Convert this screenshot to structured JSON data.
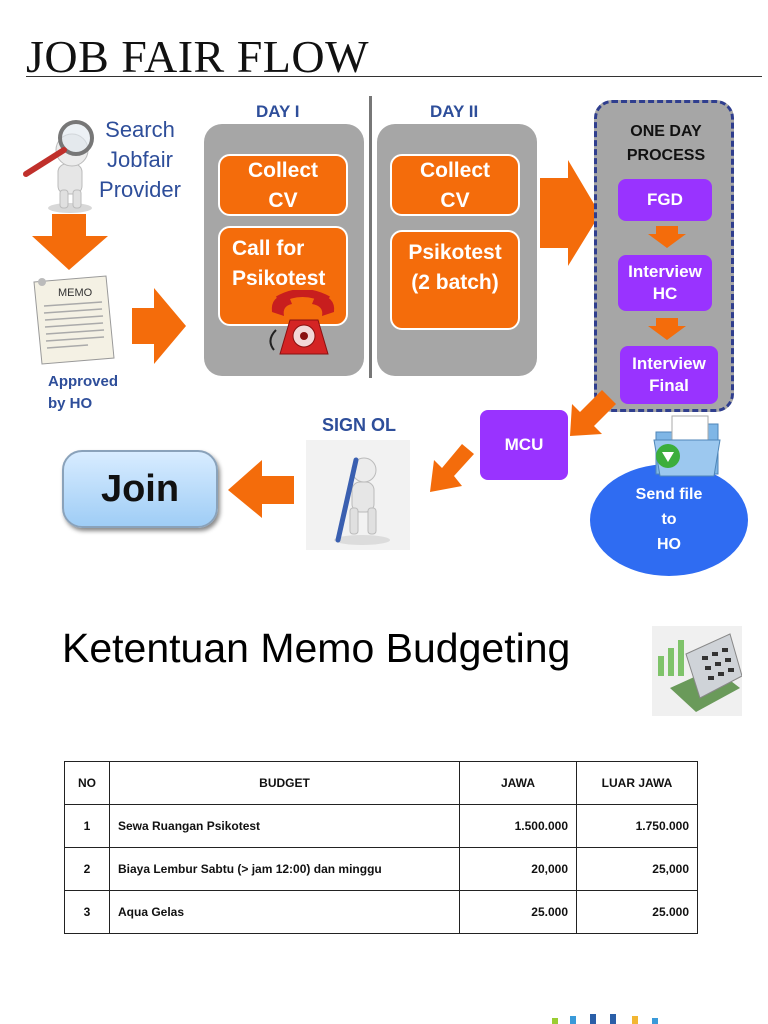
{
  "title": "JOB FAIR FLOW",
  "search": {
    "line1": "Search",
    "line2": "Jobfair",
    "line3": "Provider"
  },
  "memo": {
    "paper_label": "MEMO",
    "approved_line1": "Approved",
    "approved_line2": "by HO"
  },
  "day1": {
    "label": "DAY I",
    "box1_line1": "Collect",
    "box1_line2": "CV",
    "box2_line1": "Call for",
    "box2_line2": "Psikotest"
  },
  "day2": {
    "label": "DAY II",
    "box1_line1": "Collect",
    "box1_line2": "CV",
    "box2_line1": "Psikotest",
    "box2_line2": "(2 batch)"
  },
  "process": {
    "title_line1": "ONE DAY",
    "title_line2": "PROCESS",
    "fgd": "FGD",
    "interview_hc_line1": "Interview",
    "interview_hc_line2": "HC",
    "interview_final_line1": "Interview",
    "interview_final_line2": "Final"
  },
  "send_file": {
    "line1": "Send file",
    "line2": "to",
    "line3": "HO"
  },
  "mcu": "MCU",
  "sign_ol": "SIGN OL",
  "join": "Join",
  "section_title": "Ketentuan Memo Budgeting",
  "table": {
    "headers": [
      "NO",
      "BUDGET",
      "JAWA",
      "LUAR JAWA"
    ],
    "rows": [
      {
        "no": "1",
        "budget": "Sewa Ruangan Psikotest",
        "jawa": "1.500.000",
        "luar": "1.750.000"
      },
      {
        "no": "2",
        "budget": "Biaya Lembur Sabtu (> jam 12:00) dan minggu",
        "jawa": "20,000",
        "luar": "25,000"
      },
      {
        "no": "3",
        "budget": "Aqua Gelas",
        "jawa": "25.000",
        "luar": "25.000"
      }
    ]
  },
  "colors": {
    "orange": "#f46c0b",
    "purple": "#9933ff",
    "blue_text": "#2e4e9a",
    "gray_panel": "#a6a6a6",
    "send_blue": "#2f6cf2"
  }
}
